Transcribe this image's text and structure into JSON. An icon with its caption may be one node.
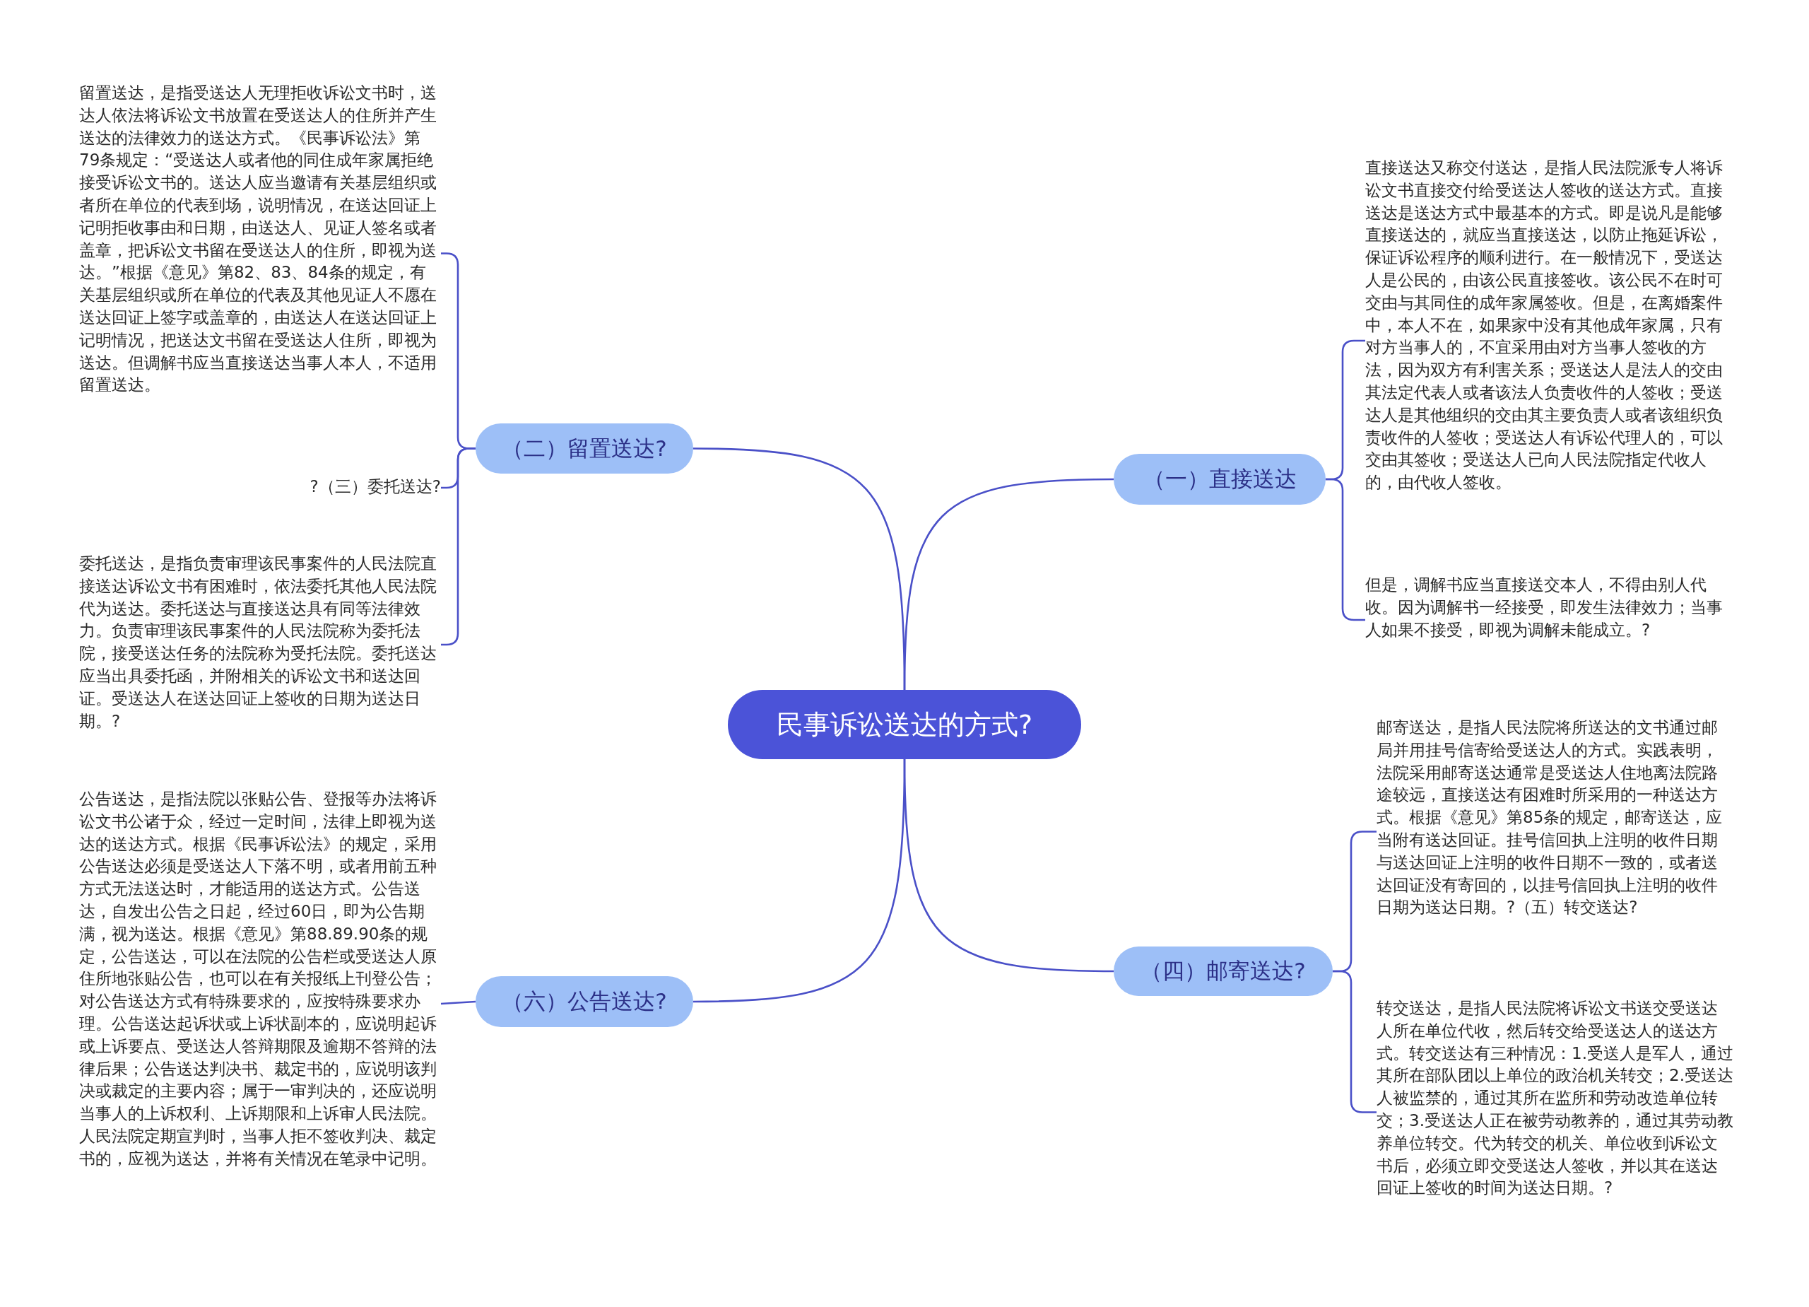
{
  "diagram": {
    "nodes": [
      {
        "text": [
          "民事诉讼送达的方式?"
        ]
      },
      {
        "text": [
          "（一）直接送达"
        ]
      },
      {
        "text": [
          "直接送达又称交付送达，是指人民法院派专人将诉讼文书直接交付给受送达人签收的送达方式。直接送达是送达方式中最基本的方式。即是说凡是能够直接送达的，就应当直接送达，以防止拖延诉讼，保证诉讼程序的顺利进行。在一般情况下，受送达人是公民的，由该公民直接签收。该公民不在时可交由与其同住的成年家属签收。但是，在离婚案件中，本人不在，如果家中没有其他成年家属，只有对方当事人的，不宜采用由对方当事人签收的方法，因为双方有利害关系；受送达人是法人的交由其法定代表人或者该法人负责收件的人签收；受送达人是其他组织的交由其主要负责人或者该组织负责收件的人签收；受送达人有诉讼代理人的，可以交由其签收；受送达人已向人民法院指定代收人的，由代收人签收。"
        ]
      },
      {
        "text": [
          "但是，调解书应当直接送交本人，不得由别人代收。因为调解书一经接受，即发生法律效力；当事人如果不接受，即视为调解未能成立。?"
        ]
      },
      {
        "text": [
          "（四）邮寄送达?"
        ]
      },
      {
        "text": [
          "邮寄送达，是指人民法院将所送达的文书通过邮局并用挂号信寄给受送达人的方式。实践表明，法院采用邮寄送达通常是受送达人住地离法院路途较远，直接送达有困难时所采用的一种送达方式。根据《意见》第85条的规定，邮寄送达，应当附有送达回证。挂号信回执上注明的收件日期与送达回证上注明的收件日期不一致的，或者送达回证没有寄回的，以挂号信回执上注明的收件日期为送达日期。?（五）转交送达?"
        ]
      },
      {
        "text": [
          "转交送达，是指人民法院将诉讼文书送交受送达人所在单位代收，然后转交给受送达人的送达方式。转交送达有三种情况：1.受送人是军人，通过其所在部队团以上单位的政治机关转交；2.受送达人被监禁的，通过其所在监所和劳动改造单位转交；3.受送达人正在被劳动教养的，通过其劳动教养单位转交。代为转交的机关、单位收到诉讼文书后，必须立即交受送达人签收，并以其在送达回证上签收的时间为送达日期。?"
        ]
      },
      {
        "text": [
          "（二）留置送达?"
        ]
      },
      {
        "text": [
          "留置送达，是指受送达人无理拒收诉讼文书时，送达人依法将诉讼文书放置在受送达人的住所并产生送达的法律效力的送达方式。《民事诉讼法》第79条规定：“受送达人或者他的同住成年家属拒绝接受诉讼文书的。送达人应当邀请有关基层组织或者所在单位的代表到场，说明情况，在送达回证上记明拒收事由和日期，由送达人、见证人签名或者盖章，把诉讼文书留在受送达人的住所，即视为送达。”根据《意见》第82、83、84条的规定，有关基层组织或所在单位的代表及其他见证人不愿在送达回证上签字或盖章的，由送达人在送达回证上记明情况，把送达文书留在受送达人住所，即视为送达。但调解书应当直接送达当事人本人，不适用留置送达。"
        ]
      },
      {
        "text": [
          "?（三）委托送达?"
        ]
      },
      {
        "text": [
          "委托送达，是指负责审理该民事案件的人民法院直接送达诉讼文书有困难时，依法委托其他人民法院代为送达。委托送达与直接送达具有同等法律效力。负责审理该民事案件的人民法院称为委托法院，接受送达任务的法院称为受托法院。委托送达应当出具委托函，并附相关的诉讼文书和送达回证。受送达人在送达回证上签收的日期为送达日期。?"
        ]
      },
      {
        "text": [
          "（六）公告送达?"
        ]
      },
      {
        "text": [
          "公告送达，是指法院以张贴公告、登报等办法将诉讼文书公诸于众，经过一定时间，法律上即视为送达的送达方式。根据《民事诉讼法》的规定，采用公告送达必须是受送达人下落不明，或者用前五种方式无法送达时，才能适用的送达方式。公告送达，自发出公告之日起，经过60日，即为公告期满，视为送达。根据《意见》第88.89.90条的规定，公告送达，可以在法院的公告栏或受送达人原住所地张贴公告，也可以在有关报纸上刊登公告；对公告送达方式有特殊要求的，应按特殊要求办理。公告送达起诉状或上诉状副本的，应说明起诉或上诉要点、受送达人答辩期限及逾期不答辩的法律后果；公告送达判决书、裁定书的，应说明该判决或裁定的主要内容；属于一审判决的，还应说明当事人的上诉权利、上诉期限和上诉审人民法院。人民法院定期宣判时，当事人拒不签收判决、裁定书的，应视为送达，并将有关情况在笔录中记明。"
        ]
      }
    ],
    "edges": [
      {
        "from": 0,
        "to": 1,
        "arrow": "none"
      },
      {
        "from": 1,
        "to": 2,
        "arrow": "none"
      },
      {
        "from": 1,
        "to": 3,
        "arrow": "none"
      },
      {
        "from": 0,
        "to": 4,
        "arrow": "none"
      },
      {
        "from": 4,
        "to": 5,
        "arrow": "none"
      },
      {
        "from": 4,
        "to": 6,
        "arrow": "none"
      },
      {
        "from": 0,
        "to": 7,
        "arrow": "none"
      },
      {
        "from": 7,
        "to": 8,
        "arrow": "none"
      },
      {
        "from": 7,
        "to": 9,
        "arrow": "none"
      },
      {
        "from": 7,
        "to": 10,
        "arrow": "none"
      },
      {
        "from": 0,
        "to": 11,
        "arrow": "none"
      },
      {
        "from": 11,
        "to": 12,
        "arrow": "none"
      }
    ]
  }
}
